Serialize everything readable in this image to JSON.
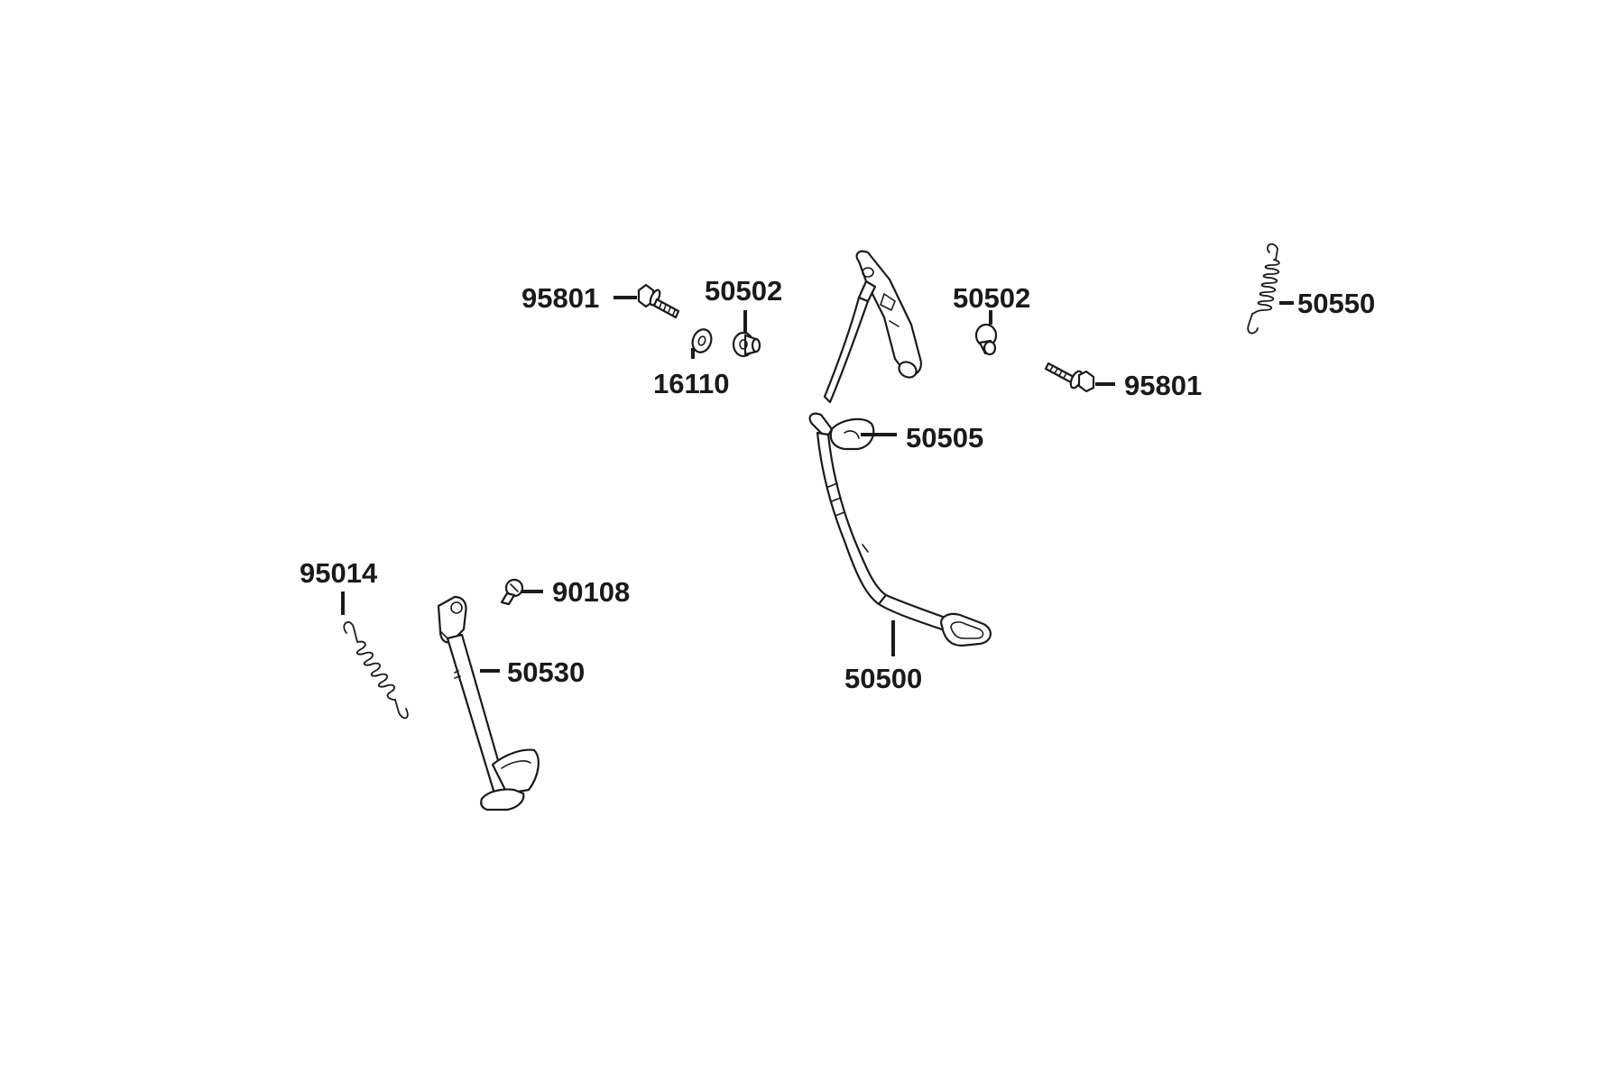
{
  "diagram": {
    "parts": [
      {
        "key": "p95801_left",
        "label": "95801",
        "name": "flange-bolt"
      },
      {
        "key": "p50502_left",
        "label": "50502",
        "name": "collar"
      },
      {
        "key": "p16110",
        "label": "16110",
        "name": "washer"
      },
      {
        "key": "p50502_right",
        "label": "50502",
        "name": "collar"
      },
      {
        "key": "p95801_right",
        "label": "95801",
        "name": "flange-bolt"
      },
      {
        "key": "p50550",
        "label": "50550",
        "name": "main-stand-spring"
      },
      {
        "key": "p50505",
        "label": "50505",
        "name": "stand-stopper"
      },
      {
        "key": "p50500",
        "label": "50500",
        "name": "main-stand"
      },
      {
        "key": "p95014",
        "label": "95014",
        "name": "side-stand-spring"
      },
      {
        "key": "p90108",
        "label": "90108",
        "name": "side-stand-bolt"
      },
      {
        "key": "p50530",
        "label": "50530",
        "name": "side-stand"
      }
    ]
  }
}
